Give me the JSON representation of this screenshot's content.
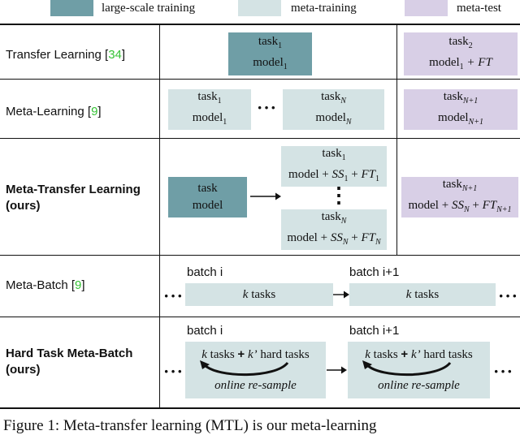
{
  "legend": [
    {
      "label": "large-scale training",
      "color": "#6f9ea6"
    },
    {
      "label": "meta-training",
      "color": "#d4e3e4"
    },
    {
      "label": "meta-test",
      "color": "#d8cfe6"
    }
  ],
  "rows": {
    "transfer": {
      "label": "Transfer Learning [",
      "ref": "34",
      "close": "]",
      "train_box": {
        "line1": "task",
        "line1_sub": "1",
        "line2": "model",
        "line2_sub": "1"
      },
      "test_box": {
        "line1": "task",
        "line1_sub": "2",
        "line2": "model",
        "line2_sub": "1",
        "suffix": " + FT"
      }
    },
    "meta": {
      "label": "Meta-Learning [",
      "ref": "9",
      "close": "]",
      "box1": {
        "line1": "task",
        "line1_sub": "1",
        "line2": "model",
        "line2_sub": "1"
      },
      "dots": "···",
      "boxN": {
        "line1": "task",
        "line1_sub": "N",
        "line2": "model",
        "line2_sub": "N"
      },
      "test_box": {
        "line1": "task",
        "line1_sub": "N+1",
        "line2": "model",
        "line2_sub": "N+1"
      }
    },
    "mtl": {
      "label_line1": "Meta-Transfer Learning",
      "label_line2": "(ours)",
      "big_box": {
        "line1": "task",
        "line2": "model"
      },
      "box1": {
        "line1": "task",
        "line1_sub": "1",
        "line2_a": "model + ",
        "ss": "SS",
        "ss_sub": "1",
        "plus": " + ",
        "ft": "FT",
        "ft_sub": "1"
      },
      "vdots": "⋮",
      "boxN": {
        "line1": "task",
        "line1_sub": "N",
        "line2_a": "model + ",
        "ss": "SS",
        "ss_sub": "N",
        "plus": " + ",
        "ft": "FT",
        "ft_sub": "N"
      },
      "test_box": {
        "line1": "task",
        "line1_sub": "N+1",
        "line2_a": "model + ",
        "ss": "SS",
        "ss_sub": "N",
        "plus": " + ",
        "ft": "FT",
        "ft_sub": "N+1"
      }
    },
    "metabatch": {
      "label": "Meta-Batch [",
      "ref": "9",
      "close": "]",
      "batch_a": "batch i",
      "batch_b": "batch i+1",
      "dots": "···",
      "box_k": "k",
      "box_text": " tasks"
    },
    "htmb": {
      "label_line1": "Hard Task Meta-Batch",
      "label_line2": "(ours)",
      "batch_a": "batch i",
      "batch_b": "batch i+1",
      "dots": "···",
      "k": "k",
      "tasks": " tasks ",
      "plus": "+",
      "kprime": " k’",
      "hard": " hard tasks",
      "resample": "online re-sample"
    }
  },
  "caption": "Figure 1: Meta-transfer learning (MTL) is our meta-learning"
}
